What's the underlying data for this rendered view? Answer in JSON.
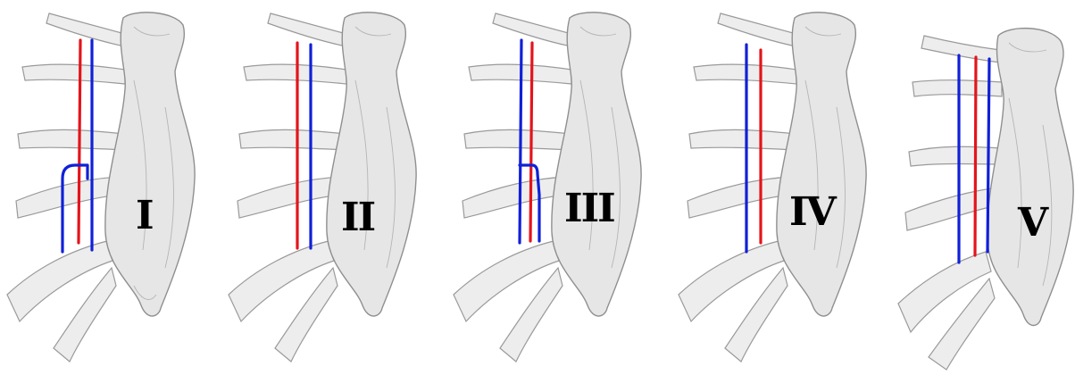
{
  "colors": {
    "artery": "#e4141c",
    "vein": "#1020d8",
    "bone": "#e6e6e6",
    "numeral": "#000000"
  },
  "panels": [
    {
      "label": "I",
      "vessel_order": [
        "vein",
        "artery",
        "vein"
      ],
      "loop": "upper-vein-arches-over-rib"
    },
    {
      "label": "II",
      "vessel_order": [
        "artery",
        "vein"
      ],
      "loop": "none"
    },
    {
      "label": "III",
      "vessel_order": [
        "vein",
        "artery",
        "vein"
      ],
      "loop": "small-loop-over-rib"
    },
    {
      "label": "IV",
      "vessel_order": [
        "vein",
        "artery"
      ],
      "loop": "none"
    },
    {
      "label": "V",
      "vessel_order": [
        "vein",
        "artery",
        "vein"
      ],
      "loop": "none"
    }
  ]
}
